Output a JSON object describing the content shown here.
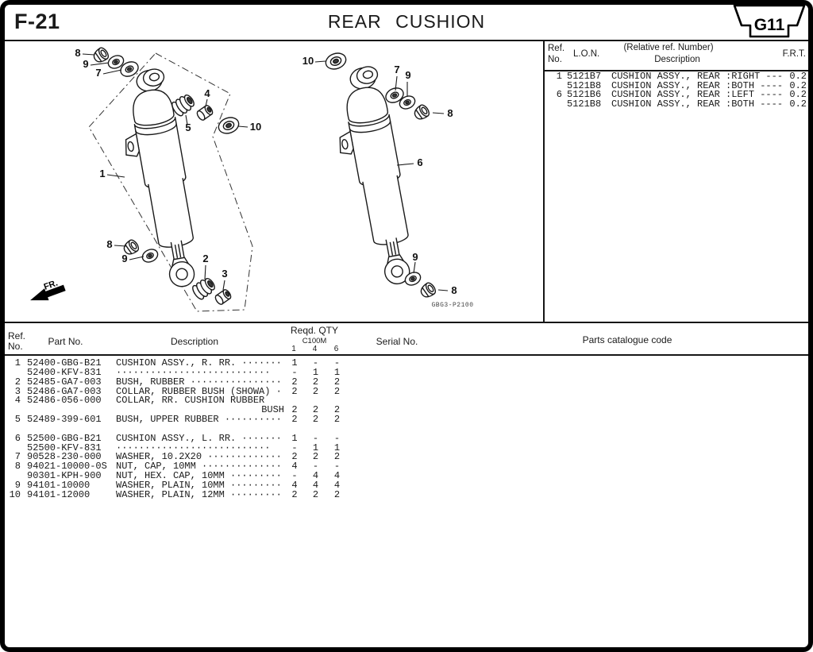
{
  "page": {
    "code": "F-21",
    "title": "REAR CUSHION",
    "section_tag": "G11"
  },
  "colors": {
    "ink": "#1a1a1a",
    "paper": "#ffffff"
  },
  "ref_table": {
    "col_ref_line1": "Ref.",
    "col_ref_line2": "No.",
    "col_lon": "L.O.N.",
    "col_desc_line1": "(Relative ref. Number)",
    "col_desc_line2": "Description",
    "col_frt": "F.R.T.",
    "rows": [
      {
        "ref": "1",
        "lon": "5121B7",
        "desc": "CUSHION ASSY., REAR :RIGHT ---",
        "frt": "0.2"
      },
      {
        "ref": "",
        "lon": "5121B8",
        "desc": "CUSHION ASSY., REAR :BOTH ----",
        "frt": "0.2"
      },
      {
        "ref": "6",
        "lon": "5121B6",
        "desc": "CUSHION ASSY., REAR :LEFT ----",
        "frt": "0.2"
      },
      {
        "ref": "",
        "lon": "5121B8",
        "desc": "CUSHION ASSY., REAR :BOTH ----",
        "frt": "0.2"
      }
    ]
  },
  "diagram": {
    "fr_label": "FR.",
    "figure_code": "GBG3-P2100",
    "left_callouts": [
      "8",
      "9",
      "7",
      "4",
      "5",
      "10",
      "1",
      "8",
      "9",
      "2",
      "3"
    ],
    "right_callouts": [
      "10",
      "7",
      "9",
      "8",
      "6",
      "9",
      "8"
    ]
  },
  "parts_table": {
    "col_ref_line1": "Ref.",
    "col_ref_line2": "No.",
    "col_part": "Part No.",
    "col_desc": "Description",
    "col_qty": "Reqd. QTY",
    "qty_model": "C100M",
    "qty_col_1": "1",
    "qty_col_4": "4",
    "qty_col_6": "6",
    "col_serial": "Serial No.",
    "col_catalogue": "Parts catalogue code",
    "rows": [
      {
        "ref": "1",
        "part": "52400-GBG-B21",
        "desc": "CUSHION ASSY., R. RR. ·······",
        "q1": "1",
        "q4": "-",
        "q6": "-"
      },
      {
        "ref": "",
        "part": "52400-KFV-831",
        "desc": "···························",
        "q1": "-",
        "q4": "1",
        "q6": "1"
      },
      {
        "ref": "2",
        "part": "52485-GA7-003",
        "desc": "BUSH, RUBBER ················",
        "q1": "2",
        "q4": "2",
        "q6": "2"
      },
      {
        "ref": "3",
        "part": "52486-GA7-003",
        "desc": "COLLAR, RUBBER BUSH (SHOWA) ·",
        "q1": "2",
        "q4": "2",
        "q6": "2"
      },
      {
        "ref": "4",
        "part": "52486-056-000",
        "desc": "COLLAR, RR. CUSHION RUBBER",
        "q1": "",
        "q4": "",
        "q6": ""
      },
      {
        "ref": "",
        "part": "",
        "desc": "BUSH",
        "q1": "2",
        "q4": "2",
        "q6": "2"
      },
      {
        "ref": "5",
        "part": "52489-399-601",
        "desc": "BUSH, UPPER RUBBER ··········",
        "q1": "2",
        "q4": "2",
        "q6": "2"
      },
      {
        "ref": "",
        "part": "",
        "desc": "",
        "q1": "",
        "q4": "",
        "q6": ""
      },
      {
        "ref": "6",
        "part": "52500-GBG-B21",
        "desc": "CUSHION ASSY., L. RR. ·······",
        "q1": "1",
        "q4": "-",
        "q6": "-"
      },
      {
        "ref": "",
        "part": "52500-KFV-831",
        "desc": "···························",
        "q1": "-",
        "q4": "1",
        "q6": "1"
      },
      {
        "ref": "7",
        "part": "90528-230-000",
        "desc": "WASHER, 10.2X20 ·············",
        "q1": "2",
        "q4": "2",
        "q6": "2"
      },
      {
        "ref": "8",
        "part": "94021-10000-0S",
        "desc": "NUT, CAP, 10MM ··············",
        "q1": "4",
        "q4": "-",
        "q6": "-"
      },
      {
        "ref": "",
        "part": "90301-KPH-900",
        "desc": "NUT, HEX. CAP, 10MM ·········",
        "q1": "-",
        "q4": "4",
        "q6": "4"
      },
      {
        "ref": "9",
        "part": "94101-10000",
        "desc": "WASHER, PLAIN, 10MM ·········",
        "q1": "4",
        "q4": "4",
        "q6": "4"
      },
      {
        "ref": "10",
        "part": "94101-12000",
        "desc": "WASHER, PLAIN, 12MM ·········",
        "q1": "2",
        "q4": "2",
        "q6": "2"
      }
    ]
  }
}
